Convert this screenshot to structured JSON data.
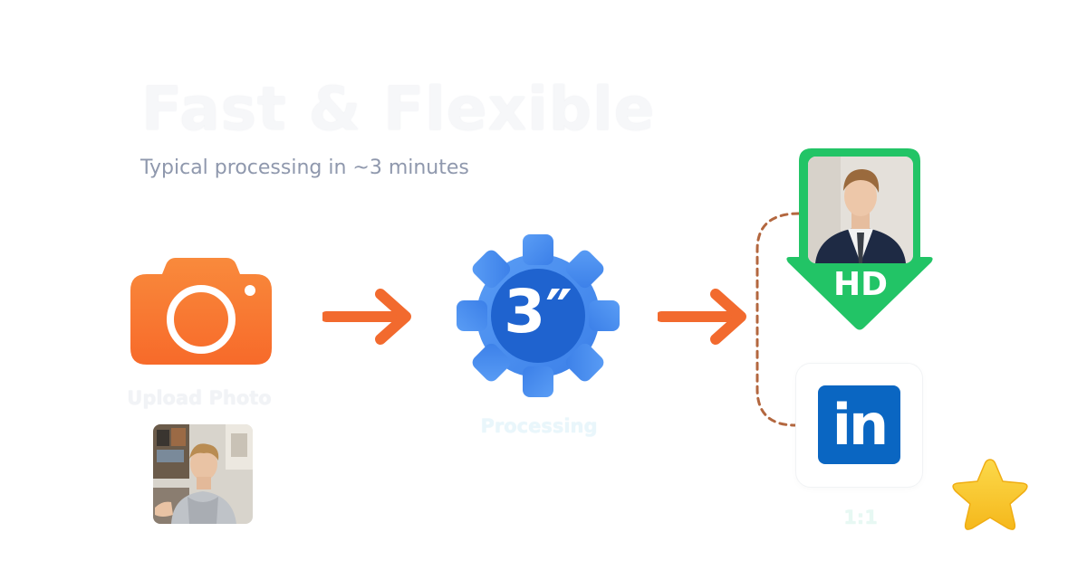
{
  "title": "Fast & Flexible",
  "subtitle": "Typical processing in ~3 minutes",
  "steps": {
    "upload": {
      "label": "Upload Photo",
      "icon": "camera-icon"
    },
    "processing": {
      "label": "Processing",
      "gear_text": "3″",
      "icon": "gear-icon"
    },
    "hd": {
      "label": "HD",
      "icon": "download-arrow-icon"
    },
    "linkedin": {
      "logo_text": "in",
      "ratio_label": "1:1",
      "icon": "linkedin-icon"
    }
  },
  "colors": {
    "camera_orange": "#f97a32",
    "arrow_orange": "#f26a2e",
    "gear_blue": "#4a8ff0",
    "gear_inner": "#1f63cf",
    "hd_green": "#22c466",
    "linkedin_blue": "#0a66c2",
    "star_yellow": "#f9c728",
    "dashed_line": "#b3673f"
  }
}
